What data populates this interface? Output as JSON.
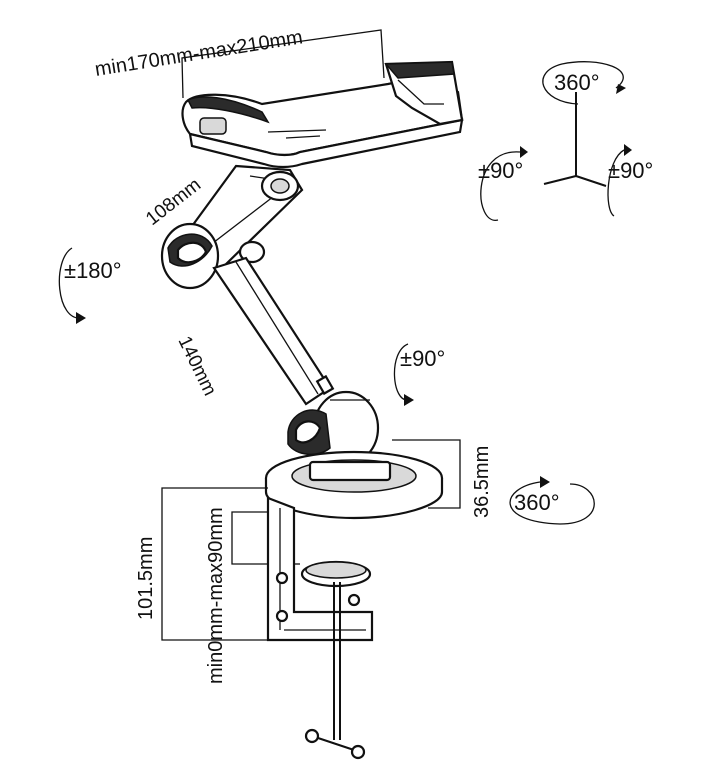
{
  "dimensions": {
    "width_range": "min170mm-max210mm",
    "upper_arm": "108mm",
    "lower_arm": "140mm",
    "clamp_height": "101.5mm",
    "clamp_opening": "min0mm-max90mm",
    "collar_height": "36.5mm"
  },
  "rotations": {
    "axis_top": "360°",
    "axis_left": "±90°",
    "axis_right": "±90°",
    "elbow": "±180°",
    "lower_joint": "±90°",
    "base": "360°"
  }
}
